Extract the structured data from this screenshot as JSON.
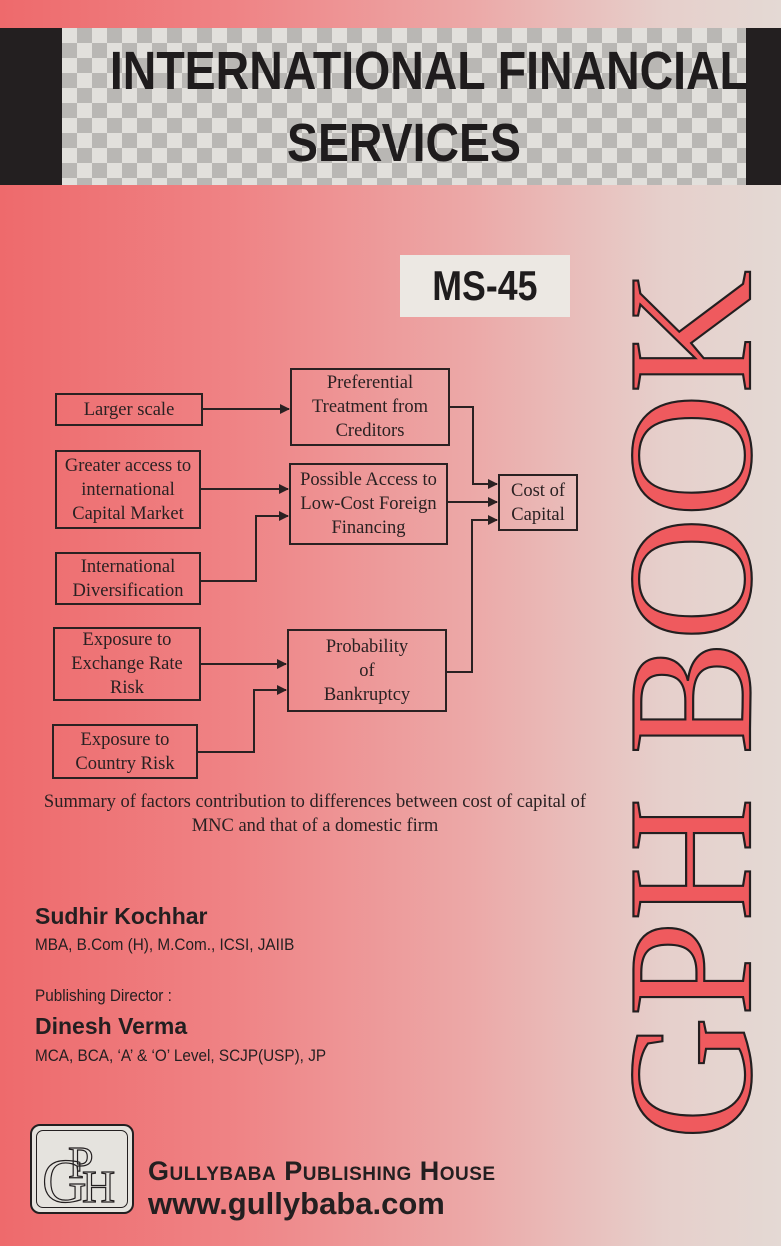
{
  "cover": {
    "title_line1": "INTERNATIONAL FINANCIAL",
    "title_line2": "SERVICES",
    "course_code": "MS-45",
    "series_brand": "GPH BOOK"
  },
  "diagram": {
    "inputs": [
      {
        "id": "larger-scale",
        "label": "Larger scale"
      },
      {
        "id": "greater-access",
        "label": "Greater access to\ninternational\nCapital Market"
      },
      {
        "id": "intl-diversification",
        "label": "International\nDiversification"
      },
      {
        "id": "exchange-rate-risk",
        "label": "Exposure to\nExchange Rate\nRisk"
      },
      {
        "id": "country-risk",
        "label": "Exposure to\nCountry Risk"
      }
    ],
    "intermediates": [
      {
        "id": "preferential-treatment",
        "label": "Preferential\nTreatment from\nCreditors"
      },
      {
        "id": "low-cost-financing",
        "label": "Possible Access to\nLow-Cost Foreign\nFinancing"
      },
      {
        "id": "bankruptcy-probability",
        "label": "Probability\nof\nBankruptcy"
      }
    ],
    "output": {
      "id": "cost-of-capital",
      "label": "Cost of\nCapital"
    },
    "edges": [
      [
        "larger-scale",
        "preferential-treatment"
      ],
      [
        "greater-access",
        "low-cost-financing"
      ],
      [
        "intl-diversification",
        "low-cost-financing"
      ],
      [
        "exchange-rate-risk",
        "bankruptcy-probability"
      ],
      [
        "country-risk",
        "bankruptcy-probability"
      ],
      [
        "preferential-treatment",
        "cost-of-capital"
      ],
      [
        "low-cost-financing",
        "cost-of-capital"
      ],
      [
        "bankruptcy-probability",
        "cost-of-capital"
      ]
    ],
    "caption": "Summary of factors contribution to differences between cost of capital of MNC and that of a domestic firm"
  },
  "author": {
    "name": "Sudhir Kochhar",
    "qualifications": "MBA, B.Com (H), M.Com., ICSI, JAIIB"
  },
  "publishing_director": {
    "label": "Publishing Director :",
    "name": "Dinesh Verma",
    "qualifications": "MCA, BCA, ‘A’ & ‘O’ Level, SCJP(USP), JP"
  },
  "publisher": {
    "logo_letters": "GPH",
    "name": "Gullybaba Publishing House",
    "website": "www.gullybaba.com"
  },
  "colors": {
    "brand_red": "#ef5a5e",
    "ink": "#231f20",
    "background_left": "#ee6a6c",
    "background_right": "#e4d9d4"
  }
}
